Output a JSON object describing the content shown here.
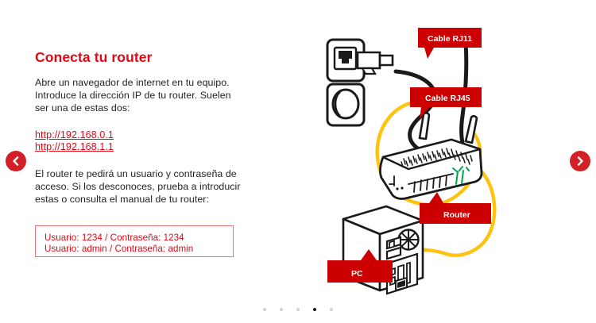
{
  "slide": {
    "title": "Conecta tu router",
    "paragraph_1": "Abre un navegador de internet en tu equipo. Introduce la dirección IP de tu router. Suelen ser una de estas dos:",
    "links": [
      "http://192.168.0.1",
      "http://192.168.1.1"
    ],
    "paragraph_2": "El router te pedirá un usuario y contraseña de acceso. Si los desconoces, prueba a introducir estas o consulta el manual de tu router:",
    "credentials": [
      "Usuario: 1234 / Contraseña: 1234",
      "Usuario: admin / Contraseña: admin"
    ]
  },
  "nav": {
    "prev_icon": "chevron-left-icon",
    "next_icon": "chevron-right-icon",
    "dots": [
      {
        "active": false
      },
      {
        "active": false
      },
      {
        "active": false
      },
      {
        "active": true
      },
      {
        "active": false
      }
    ],
    "current_slide": 4,
    "total_slides": 5
  },
  "diagram": {
    "callouts": [
      {
        "id": "cable-rj11",
        "label": "Cable RJ11"
      },
      {
        "id": "cable-rj45",
        "label": "Cable RJ45"
      },
      {
        "id": "router",
        "label": "Router"
      },
      {
        "id": "pc",
        "label": "PC"
      }
    ],
    "elements": [
      "wall-socket-rj11",
      "wall-socket-power",
      "router-device",
      "pc-tower"
    ]
  },
  "colors": {
    "brand_red": "#E30613",
    "callout_red": "#CC0000",
    "nav_red": "#D32027",
    "link_red": "#E30613",
    "body_text": "#231f20",
    "cable_yellow": "#FFC20E",
    "cable_black": "#1a1a1a",
    "led_green": "#00A651",
    "dot_inactive": "#cfcfd4",
    "dot_active": "#1a1a1a",
    "background": "#ffffff"
  }
}
